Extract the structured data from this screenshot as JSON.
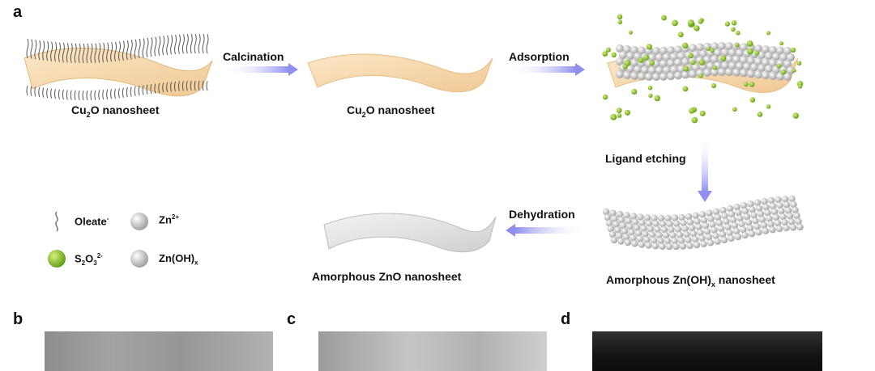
{
  "panels": {
    "a": "a",
    "b": "b",
    "c": "c",
    "d": "d"
  },
  "steps": {
    "calcination": "Calcination",
    "adsorption": "Adsorption",
    "ligand_etching": "Ligand etching",
    "dehydration": "Dehydration"
  },
  "captions": {
    "cu2o_1": {
      "base": "Cu",
      "sub": "2",
      "rest": "O nanosheet"
    },
    "cu2o_2": {
      "base": "Cu",
      "sub": "2",
      "rest": "O nanosheet"
    },
    "zno": "Amorphous ZnO nanosheet",
    "znoh": {
      "base": "Amorphous Zn(OH)",
      "sub": "x",
      "rest": " nanosheet"
    }
  },
  "legend": {
    "oleate": {
      "base": "Oleate",
      "sup": "-"
    },
    "zn": {
      "base": "Zn",
      "sup": "2+"
    },
    "s2o3": {
      "b1": "S",
      "s1": "2",
      "b2": "O",
      "s2": "3",
      "sup": "2-"
    },
    "znohx": {
      "base": "Zn(OH)",
      "sub": "x"
    }
  },
  "colors": {
    "arrow": "#8f8ff0",
    "sheet": "#f6d6a8",
    "green": "#7cbd2a",
    "gray": "#b9b9b9"
  }
}
